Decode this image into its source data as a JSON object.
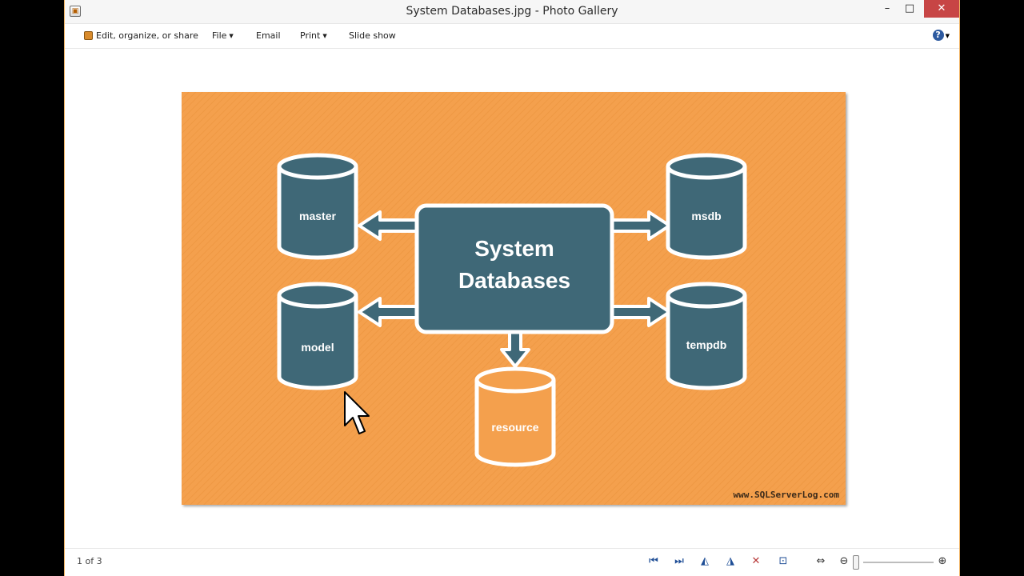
{
  "window": {
    "title": "System Databases.jpg - Photo Gallery",
    "minimize": "–",
    "maximize": "□",
    "close": "✕"
  },
  "menu": {
    "edit": "Edit, organize, or share",
    "file": "File",
    "email": "Email",
    "print": "Print",
    "slideshow": "Slide show",
    "help": "?"
  },
  "diagram": {
    "center": [
      "System",
      "Databases"
    ],
    "databases": {
      "master": "master",
      "msdb": "msdb",
      "model": "model",
      "tempdb": "tempdb",
      "resource": "resource"
    },
    "watermark": "www.SQLServerLog.com",
    "colors": {
      "background": "#f4a04d",
      "node": "#3f6877",
      "outline": "#ffffff"
    }
  },
  "status": {
    "counter": "1 of 3",
    "icons": [
      "previous-icon",
      "next-icon",
      "rotate-left-icon",
      "rotate-right-icon",
      "delete-icon",
      "slideshow-icon",
      "fit-icon",
      "zoom-out-icon",
      "zoom-in-icon"
    ]
  }
}
